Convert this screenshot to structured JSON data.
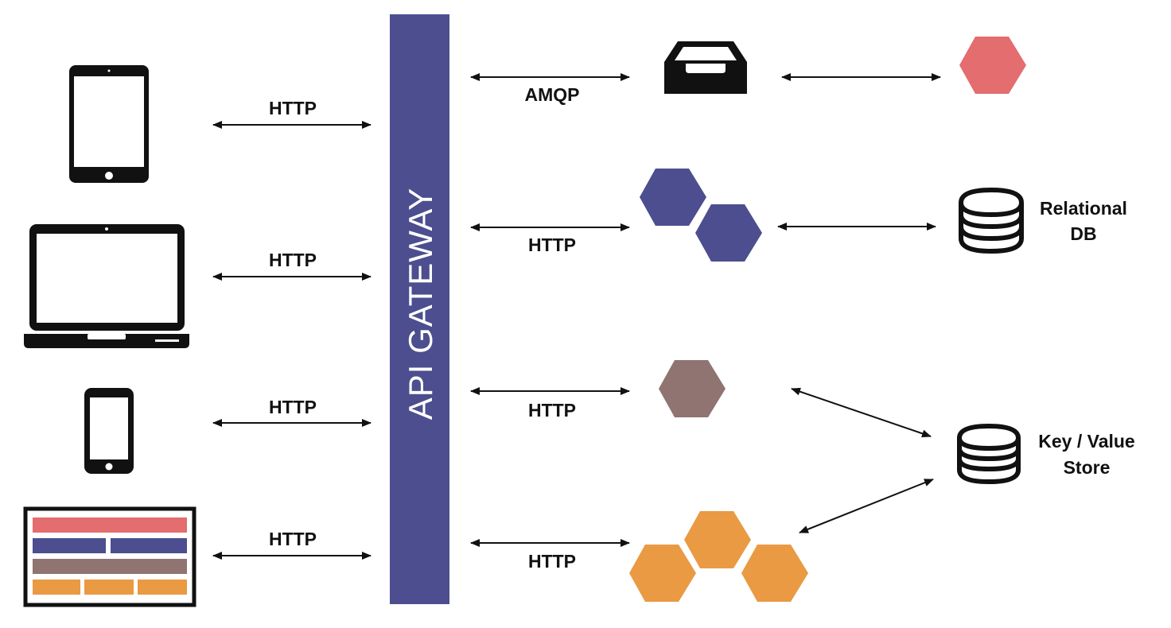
{
  "gateway": {
    "label": "API GATEWAY"
  },
  "clients": [
    {
      "name": "tablet",
      "protocol": "HTTP"
    },
    {
      "name": "laptop",
      "protocol": "HTTP"
    },
    {
      "name": "phone",
      "protocol": "HTTP"
    },
    {
      "name": "web-app",
      "protocol": "HTTP"
    }
  ],
  "backend_links": [
    {
      "target": "message-queue",
      "protocol": "AMQP"
    },
    {
      "target": "blue-services",
      "protocol": "HTTP"
    },
    {
      "target": "brown-service",
      "protocol": "HTTP"
    },
    {
      "target": "orange-services",
      "protocol": "HTTP"
    }
  ],
  "stores": {
    "relational": {
      "line1": "Relational",
      "line2": "DB"
    },
    "key_value": {
      "line1": "Key / Value",
      "line2": "Store"
    }
  },
  "colors": {
    "gateway": "#4c4e8f",
    "red": "#e36d6f",
    "blue": "#4c4e8f",
    "brown": "#8f7472",
    "orange": "#e99a43",
    "black": "#111111"
  },
  "icons": {
    "queue": "inbox-tray-icon",
    "database": "database-icon"
  }
}
